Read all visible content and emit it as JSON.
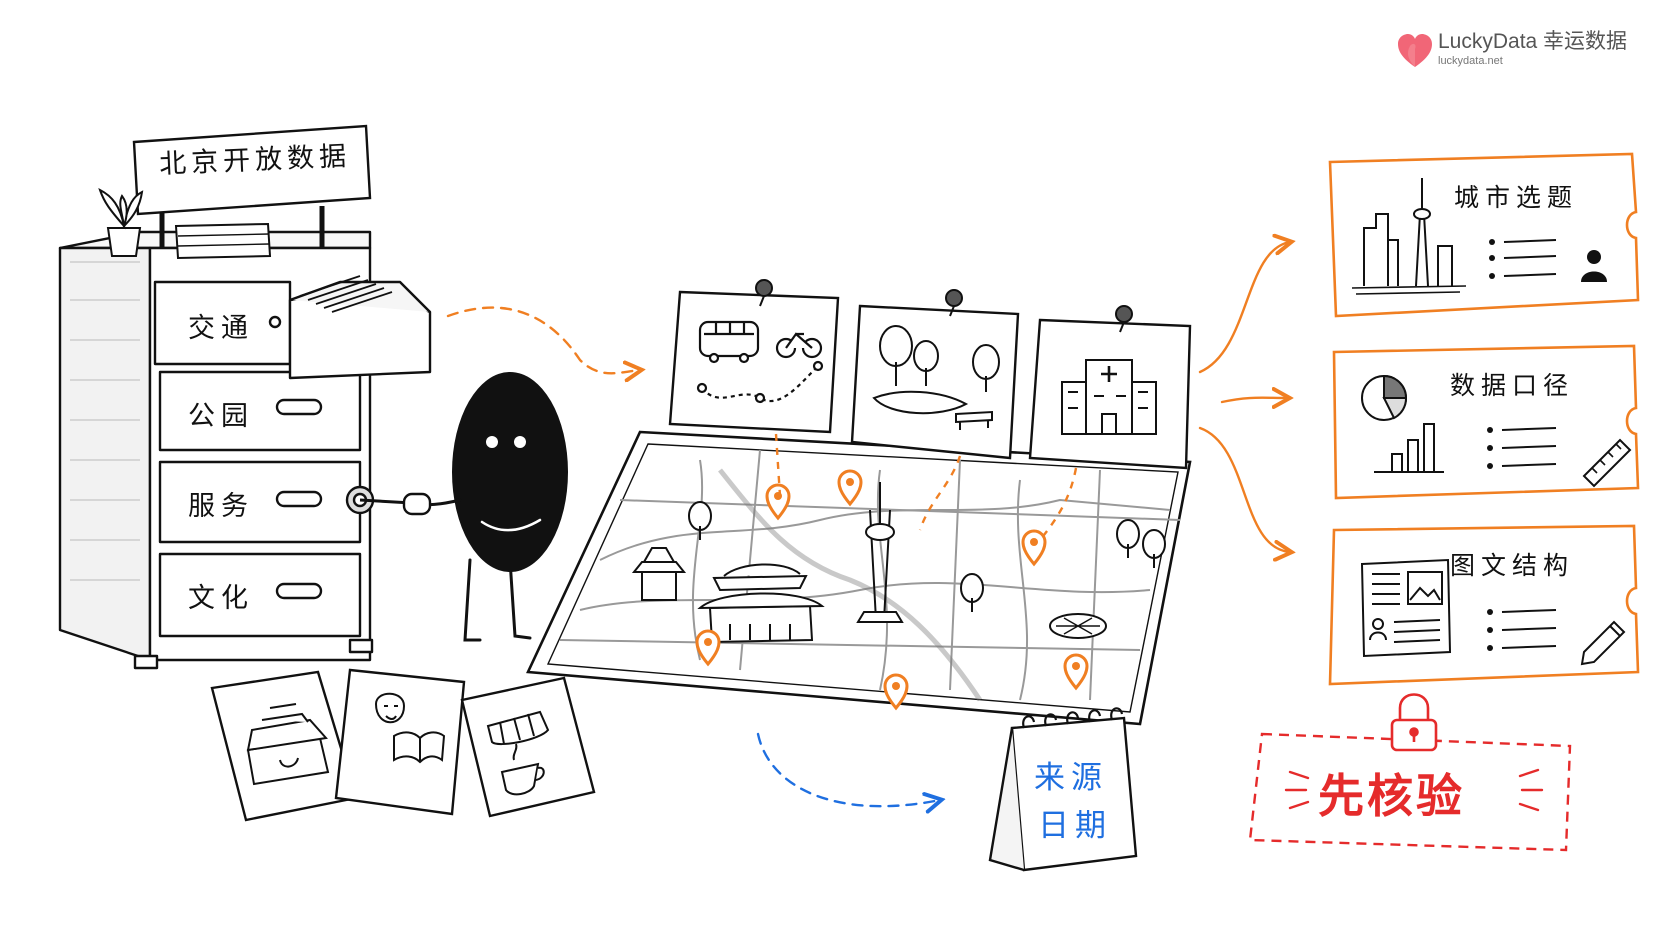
{
  "logo": {
    "name": "LuckyData 幸运数据",
    "url": "luckydata.net",
    "heart_color": "#ee4b5f"
  },
  "cabinet": {
    "sign": "北京开放数据",
    "drawers": [
      {
        "label": "交通",
        "open": true
      },
      {
        "label": "公园",
        "open": false
      },
      {
        "label": "服务",
        "open": false
      },
      {
        "label": "文化",
        "open": false
      }
    ]
  },
  "photos": [
    {
      "icon": "bus-bicycle-route-icon"
    },
    {
      "icon": "park-trees-bench-icon"
    },
    {
      "icon": "hospital-icon"
    }
  ],
  "floor_cards": [
    {
      "icon": "gate-tower-icon"
    },
    {
      "icon": "theater-mask-book-icon"
    },
    {
      "icon": "cafe-awning-cup-icon"
    }
  ],
  "calendar": {
    "line1": "来源",
    "line2": "日期",
    "text_color": "#1f6fe0"
  },
  "categories": [
    {
      "title": "城市选题",
      "icon": "skyline-tower-icon",
      "corner_icon": "person-icon"
    },
    {
      "title": "数据口径",
      "icon": "pie-bar-chart-icon",
      "corner_icon": "ruler-icon"
    },
    {
      "title": "图文结构",
      "icon": "article-layout-icon",
      "corner_icon": "pencil-icon"
    }
  ],
  "stamp": {
    "text": "先核验",
    "color": "#e52b2b"
  },
  "colors": {
    "accent_orange": "#f07f22",
    "accent_blue": "#1f6fe0",
    "ink": "#111111"
  }
}
